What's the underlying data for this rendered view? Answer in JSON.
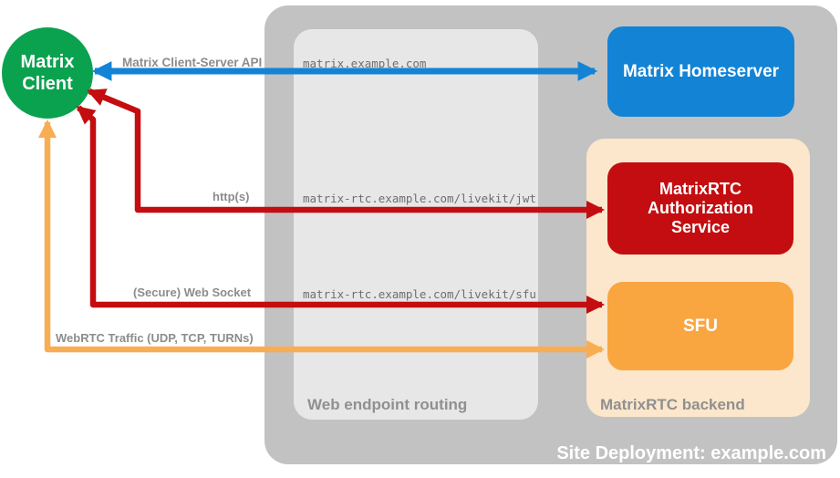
{
  "colors": {
    "client_green": "#0aa24f",
    "homeserver_blue": "#1383d6",
    "service_red": "#c40d10",
    "sfu_orange": "#f9a640",
    "webrtc_arrow_orange": "#f8ad52",
    "backend_peach": "#fce7cc",
    "container_gray": "#c2c2c2",
    "routing_gray": "#e7e7e7"
  },
  "nodes": {
    "client": {
      "label": "Matrix Client"
    },
    "homeserver": {
      "label": "Matrix Homeserver"
    },
    "auth_service": {
      "label": "MatrixRTC Authorization Service"
    },
    "sfu": {
      "label": "SFU"
    }
  },
  "containers": {
    "deployment": {
      "caption": "Site Deployment: example.com"
    },
    "routing": {
      "caption": "Web endpoint routing"
    },
    "backend": {
      "caption": "MatrixRTC backend"
    }
  },
  "endpoints": [
    "matrix.example.com",
    "matrix-rtc.example.com/livekit/jwt",
    "matrix-rtc.example.com/livekit/sfu"
  ],
  "connections": [
    {
      "label": "Matrix Client-Server API",
      "color": "#1383d6"
    },
    {
      "label": "http(s)",
      "color": "#c40d10"
    },
    {
      "label": "(Secure) Web Socket",
      "color": "#c40d10"
    },
    {
      "label": "WebRTC Traffic (UDP, TCP, TURNs)",
      "color": "#f8ad52"
    }
  ]
}
